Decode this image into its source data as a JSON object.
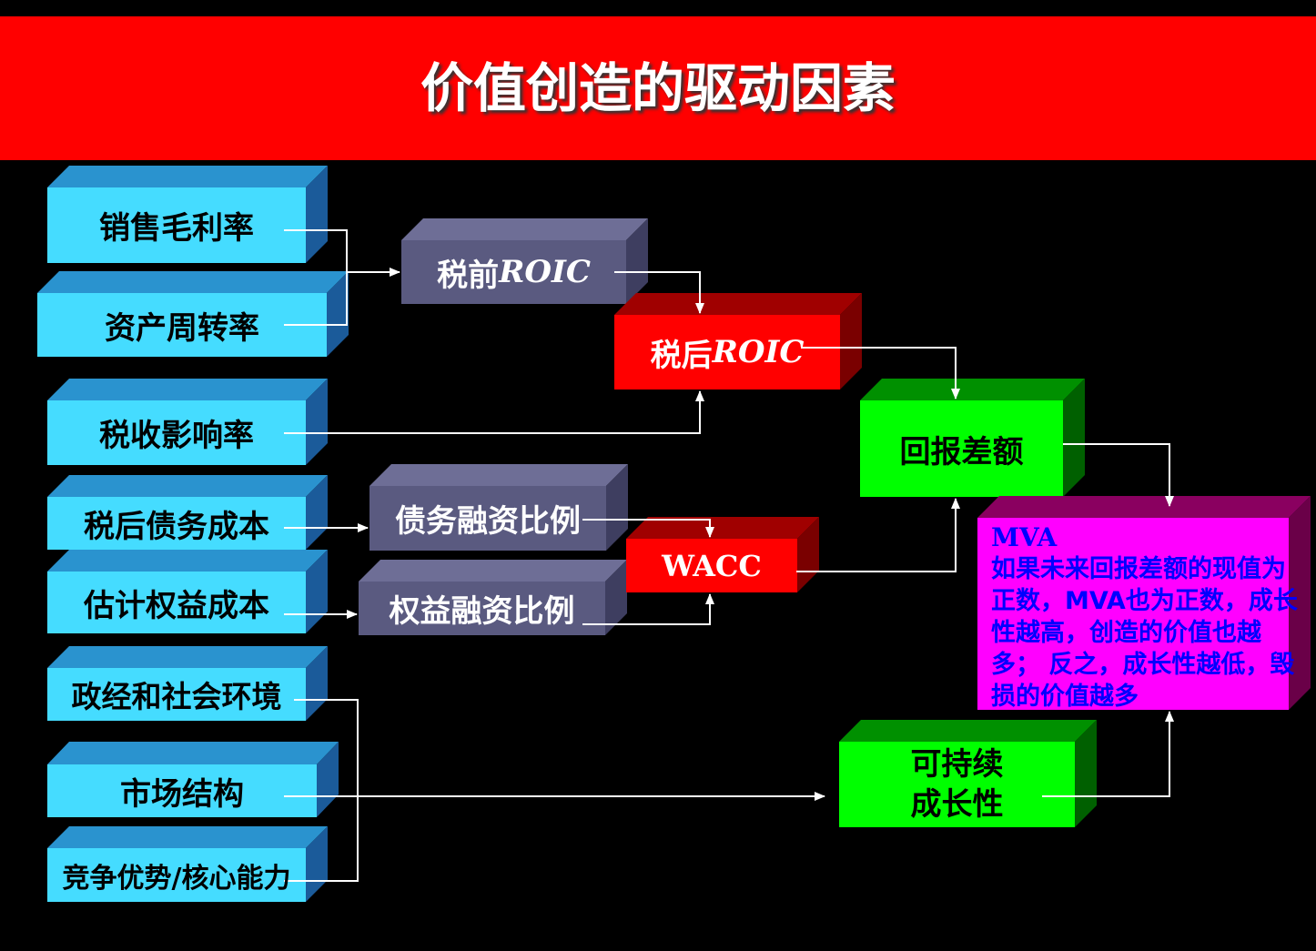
{
  "title": "价值创造的驱动因素",
  "colors": {
    "banner": "#ff0000",
    "cyan_box": "#45dcff",
    "navy_box": "#5a5a80",
    "red_box": "#ff0000",
    "green_box": "#00ff00",
    "magenta_box": "#ff00ff",
    "mva_text": "#0000ff",
    "connector": "#ffffff"
  },
  "nodes": {
    "gross_margin": "销售毛利率",
    "asset_turnover": "资产周转率",
    "tax_impact": "税收影响率",
    "after_tax_debt_cost": "税后债务成本",
    "equity_cost": "估计权益成本",
    "political_env": "政经和社会环境",
    "market_structure": "市场结构",
    "competitive_advantage": "竞争优势/核心能力",
    "pretax_roic_prefix": "税前",
    "pretax_roic_suffix": "ROIC",
    "aftertax_roic_prefix": "税后",
    "aftertax_roic_suffix": "ROIC",
    "debt_ratio": "债务融资比例",
    "equity_ratio": "权益融资比例",
    "wacc": "WACC",
    "return_spread": "回报差额",
    "sustainable_growth_line1": "可持续",
    "sustainable_growth_line2": "成长性",
    "mva_title": "MVA",
    "mva_desc": "如果未来回报差额的现值为正数，MVA也为正数，成长性越高，创造的价值也越多；  反之，成长性越低，毁损的价值越多"
  }
}
